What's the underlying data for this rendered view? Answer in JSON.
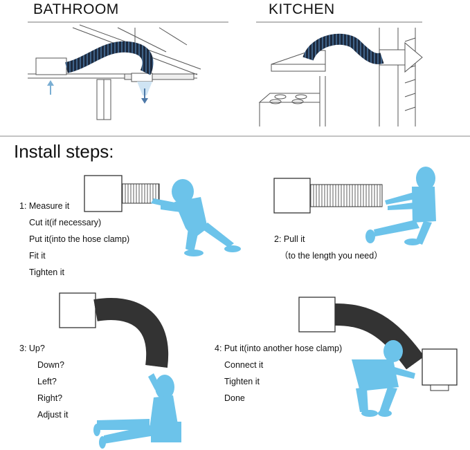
{
  "header": {
    "bathroom": "BATHROOM",
    "kitchen": "KITCHEN"
  },
  "title": "Install steps:",
  "steps": [
    {
      "lines": [
        "1: Measure it",
        "Cut it(if necessary)",
        "Put it(into the hose clamp)",
        "Fit it",
        "Tighten it"
      ]
    },
    {
      "lines": [
        "2: Pull it",
        "（to the length you need）"
      ]
    },
    {
      "lines": [
        "3: Up?",
        "Down?",
        "Left?",
        "Right?",
        "Adjust it"
      ]
    },
    {
      "lines": [
        "4: Put it(into another hose clamp)",
        "Connect it",
        "Tighten it",
        "Done"
      ]
    }
  ],
  "colors": {
    "figure": "#6cc3ea",
    "duct": "#1d2a3e",
    "duct_highlight": "#4d79a8",
    "line": "#555555",
    "airflow": "#7aaed3"
  }
}
